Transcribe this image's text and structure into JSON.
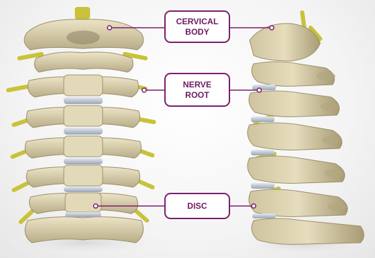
{
  "labels": {
    "cervical_body": "CERVICAL\nBODY",
    "nerve_root": "NERVE\nROOT",
    "disc": "DISC"
  },
  "colors": {
    "label_border": "#7a1f6e",
    "label_text": "#6d1a63",
    "leader_line": "#7a1f6e",
    "bone": "#d9cfae",
    "nerve": "#c9c23a",
    "disc": "#b8c2d0"
  }
}
